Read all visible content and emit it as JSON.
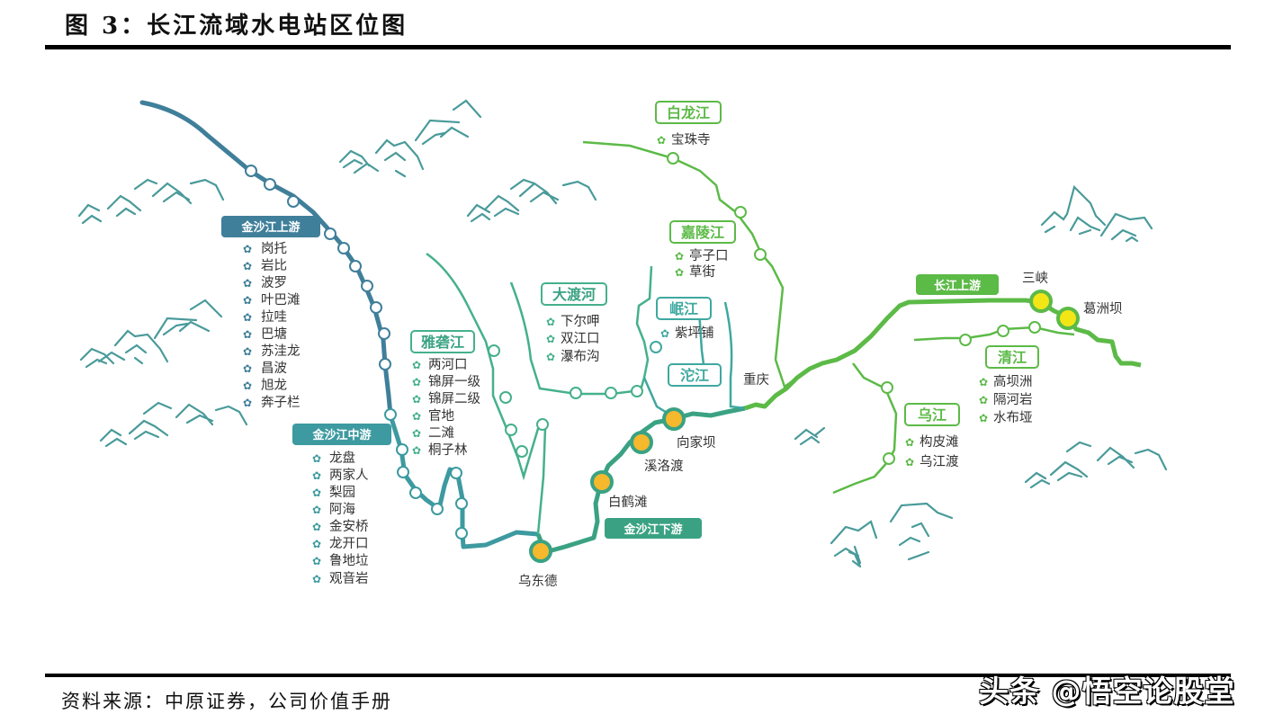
{
  "header": {
    "title": "图 3：长江流域水电站区位图"
  },
  "footer": {
    "source": "资料来源：中原证券，公司价值手册",
    "watermark": "头条 @悟空论股堂"
  },
  "colors": {
    "upper_jinsha": "#3f7f9a",
    "middle_jinsha": "#3d9aa0",
    "lower_jinsha": "#3aa283",
    "tributary_teal": "#45b08c",
    "yangtze_green": "#5cba47",
    "big_station_fill": "#f6b82c",
    "three_gorges_fill": "#f3e616",
    "mountain": "#4a9a9a"
  },
  "segments": {
    "jinsha_upper": {
      "label": "金沙江上游",
      "stations": [
        "岗托",
        "岩比",
        "波罗",
        "叶巴滩",
        "拉哇",
        "巴塘",
        "苏洼龙",
        "昌波",
        "旭龙",
        "奔子栏"
      ]
    },
    "jinsha_middle": {
      "label": "金沙江中游",
      "stations": [
        "龙盘",
        "两家人",
        "梨园",
        "阿海",
        "金安桥",
        "龙开口",
        "鲁地垃",
        "观音岩"
      ]
    },
    "jinsha_lower": {
      "label": "金沙江下游",
      "stations": [
        "乌东德",
        "白鹤滩",
        "溪洛渡",
        "向家坝"
      ]
    },
    "yangtze_upper": {
      "label": "长江上游",
      "stations": [
        "三峡",
        "葛洲坝"
      ]
    }
  },
  "tributaries": {
    "yalong": {
      "label": "雅砻江",
      "stations": [
        "两河口",
        "锦屏一级",
        "锦屏二级",
        "官地",
        "二滩",
        "桐子林"
      ]
    },
    "dadu": {
      "label": "大渡河",
      "stations": [
        "下尔呷",
        "双江口",
        "瀑布沟"
      ]
    },
    "bailong": {
      "label": "白龙江",
      "stations": [
        "宝珠寺"
      ]
    },
    "jialing": {
      "label": "嘉陵江",
      "stations": [
        "亭子口",
        "草街"
      ]
    },
    "min": {
      "label": "岷江",
      "stations": [
        "紫坪铺"
      ]
    },
    "tuo": {
      "label": "沱江",
      "stations": []
    },
    "wu": {
      "label": "乌江",
      "stations": [
        "构皮滩",
        "乌江渡"
      ]
    },
    "qing": {
      "label": "清江",
      "stations": [
        "高坝洲",
        "隔河岩",
        "水布垭"
      ]
    }
  },
  "cities": {
    "chongqing": "重庆"
  }
}
